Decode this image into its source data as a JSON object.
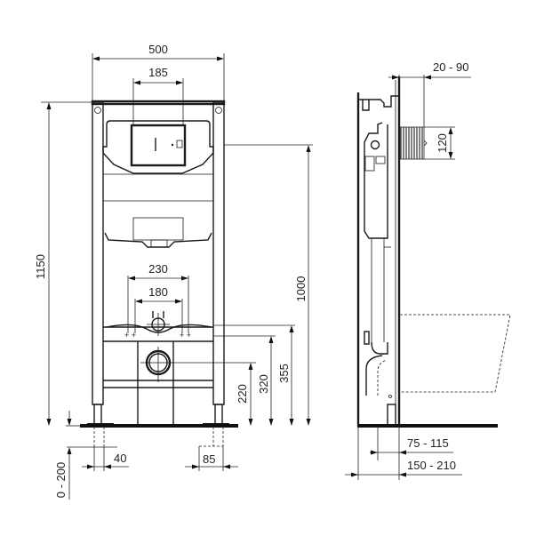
{
  "drawing": {
    "subject": "wall-hung WC installation frame",
    "views": [
      "front-view",
      "side-view"
    ],
    "front_view": {
      "dimensions": {
        "frame_width": "500",
        "flush_plate_width": "185",
        "frame_height": "1150",
        "actuator_height": "1000",
        "outer_fixing_spacing": "230",
        "inner_fixing_spacing": "180",
        "upper_fixing_height": "355",
        "lower_fixing_height": "320",
        "outlet_centre_height": "220",
        "leg_adjustment": "0 - 200",
        "left_foot_offset": "40",
        "right_foot_width": "85"
      }
    },
    "side_view": {
      "dimensions": {
        "flush_pipe_projection": "20 - 90",
        "flush_pipe_diameter": "120",
        "outlet_depth": "75 - 115",
        "frame_depth": "150 - 210"
      }
    }
  }
}
